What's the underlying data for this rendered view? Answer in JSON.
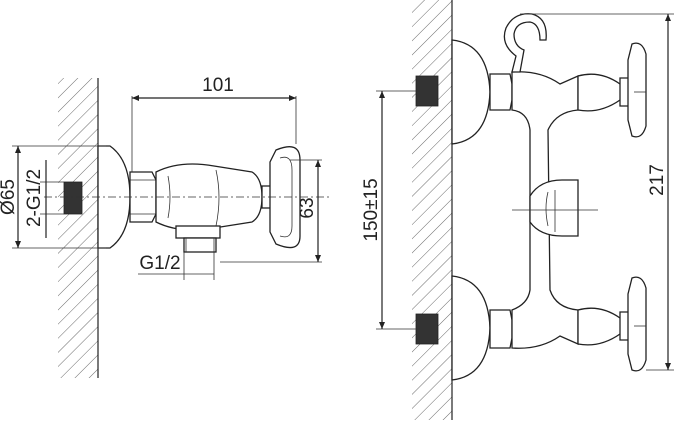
{
  "left_view": {
    "dim_width": "101",
    "dim_diameter": "Ø65",
    "dim_thread_inlet": "2-G1/2",
    "dim_height": "63",
    "dim_outlet_thread": "G1/2"
  },
  "right_view": {
    "dim_center_distance": "150±15",
    "dim_overall_height": "217"
  },
  "colors": {
    "line": "#222222",
    "background": "#ffffff"
  }
}
